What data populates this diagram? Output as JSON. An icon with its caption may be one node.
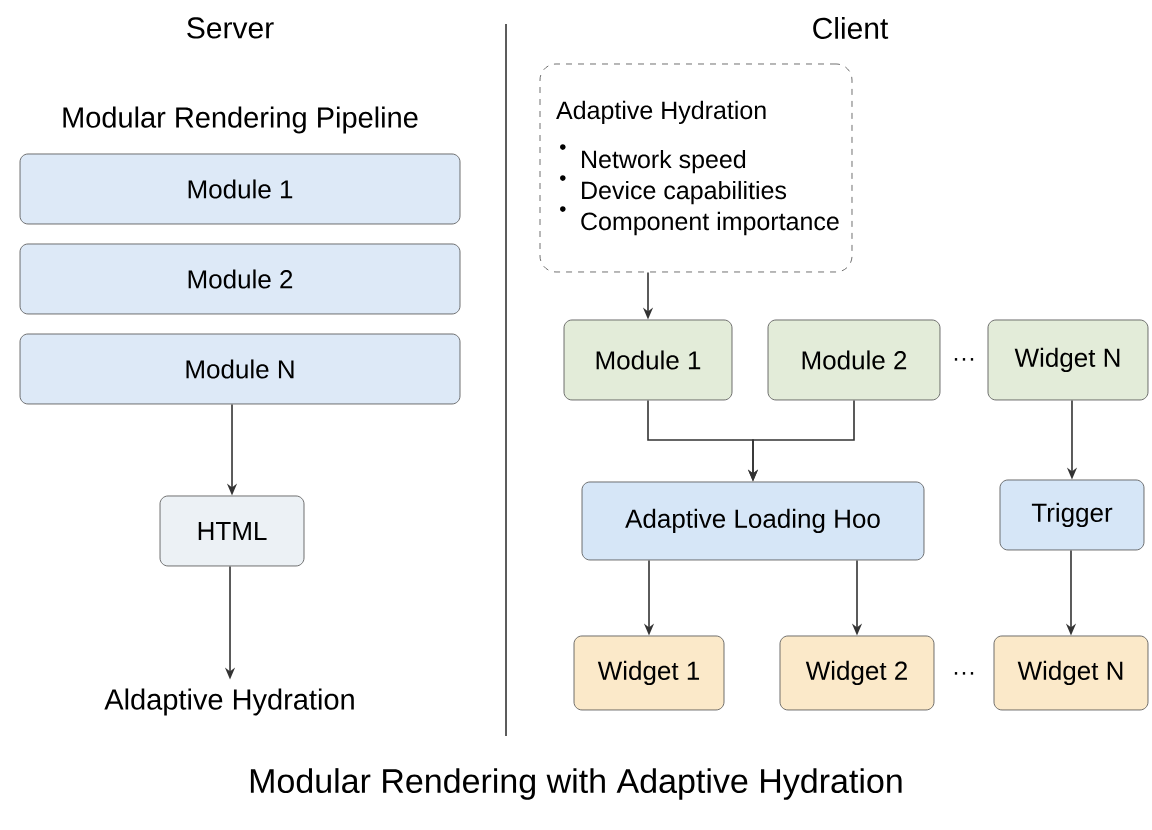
{
  "diagram": {
    "title": "Modular Rendering with Adaptive Hydration",
    "nodes": [
      {
        "text": [
          "Module 1"
        ]
      },
      {
        "text": [
          "Module 2"
        ]
      },
      {
        "text": [
          "Module N"
        ]
      },
      {
        "text": [
          "HTML"
        ]
      },
      {
        "text": [
          "Aldaptive Hydration"
        ]
      },
      {
        "text": [
          "Adaptive Hydration",
          "Network speed",
          "Device capabilities",
          "Component importance"
        ]
      },
      {
        "text": [
          "Module 1"
        ]
      },
      {
        "text": [
          "Module 2"
        ]
      },
      {
        "text": [
          "Widget N"
        ]
      },
      {
        "text": [
          "Adaptive Loading Hoo"
        ]
      },
      {
        "text": [
          "Trigger"
        ]
      },
      {
        "text": [
          "Widget 1"
        ]
      },
      {
        "text": [
          "Widget 2"
        ]
      },
      {
        "text": [
          "Widget N"
        ]
      }
    ],
    "edges": [
      {
        "from": 2,
        "to": 3,
        "arrow": "to"
      },
      {
        "from": 3,
        "to": 4,
        "arrow": "to"
      },
      {
        "from": 5,
        "to": 6,
        "arrow": "to"
      },
      {
        "from": 6,
        "to": 9,
        "arrow": "to"
      },
      {
        "from": 7,
        "to": 9,
        "arrow": "to"
      },
      {
        "from": 8,
        "to": 10,
        "arrow": "to"
      },
      {
        "from": 9,
        "to": 11,
        "arrow": "to"
      },
      {
        "from": 9,
        "to": 12,
        "arrow": "to"
      },
      {
        "from": 10,
        "to": 13,
        "arrow": "to"
      }
    ],
    "labels": [
      "Server",
      "Client",
      "Modular Rendering Pipeline",
      "···",
      "···"
    ]
  }
}
